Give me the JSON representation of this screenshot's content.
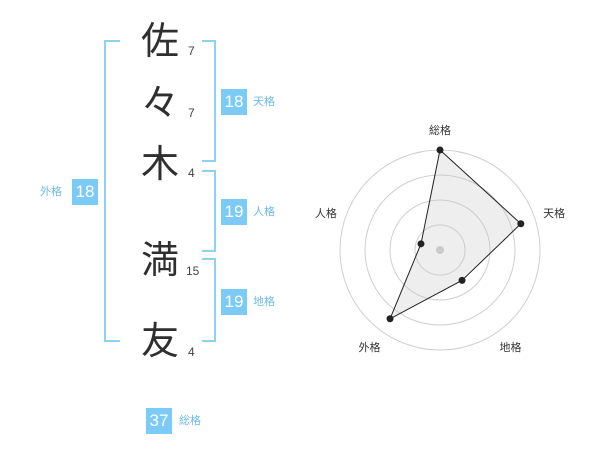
{
  "name": {
    "characters": [
      {
        "char": "佐",
        "strokes": "7"
      },
      {
        "char": "々",
        "strokes": "7"
      },
      {
        "char": "木",
        "strokes": "4"
      },
      {
        "char": "満",
        "strokes": "15"
      },
      {
        "char": "友",
        "strokes": "4"
      }
    ]
  },
  "fortunes": {
    "tenkaku": {
      "value": "18",
      "label": "天格"
    },
    "jinkaku": {
      "value": "19",
      "label": "人格"
    },
    "chikaku": {
      "value": "19",
      "label": "地格"
    },
    "gaikaku": {
      "value": "18",
      "label": "外格"
    },
    "soukaku": {
      "value": "37",
      "label": "総格"
    }
  },
  "colors": {
    "accent": "#7ccaf6",
    "bracket": "#8fd0f5",
    "label": "#6cbbe8"
  },
  "chart_data": {
    "type": "radar",
    "axes": [
      "総格",
      "天格",
      "地格",
      "外格",
      "人格"
    ],
    "values": [
      4,
      3.4,
      1.5,
      3.4,
      0.8
    ],
    "max": 4,
    "rings": 4
  }
}
